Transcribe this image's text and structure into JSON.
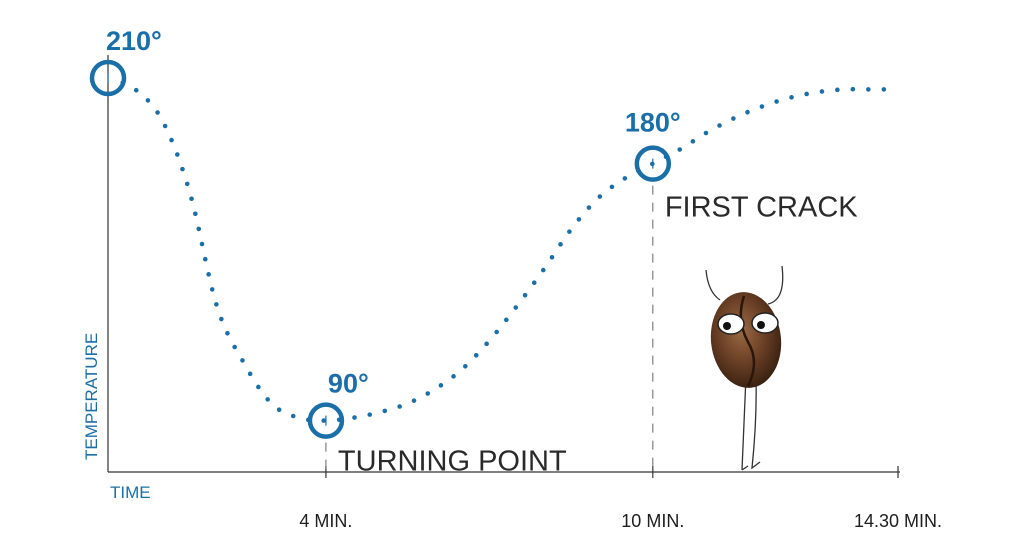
{
  "chart_data": {
    "type": "line",
    "title": "",
    "xlabel": "TIME",
    "ylabel": "TEMPERATURE",
    "x_unit": "min",
    "x_ticks": [
      {
        "value": 4,
        "label": "4 MIN."
      },
      {
        "value": 10,
        "label": "10 MIN."
      },
      {
        "value": 14.5,
        "label": "14.30 MIN."
      }
    ],
    "xlim": [
      0,
      14.5
    ],
    "ylim": [
      0,
      210
    ],
    "grid": false,
    "legend": "none",
    "series": [
      {
        "color": "#1a6fa8",
        "style": "dotted",
        "x": [
          0,
          0.5,
          1.0,
          1.5,
          2.0,
          2.5,
          3.0,
          3.5,
          4.0,
          4.5,
          5.0,
          5.5,
          6.0,
          6.5,
          7.0,
          7.5,
          8.0,
          8.5,
          9.0,
          9.5,
          10.0,
          10.5,
          11.0,
          11.5,
          12.0,
          12.5,
          13.0,
          13.5,
          14.0,
          14.5
        ],
        "y": [
          210,
          206,
          195,
          170,
          130,
          110,
          96,
          91,
          90,
          91,
          93,
          96,
          101,
          108,
          118,
          130,
          143,
          157,
          168,
          175,
          180,
          185,
          191,
          196,
          200,
          203,
          205,
          206,
          206,
          206
        ]
      }
    ],
    "highlights": [
      {
        "x": 0,
        "y": 210,
        "label": "210°",
        "annotation": ""
      },
      {
        "x": 4,
        "y": 90,
        "label": "90°",
        "annotation": "TURNING POINT"
      },
      {
        "x": 10,
        "y": 180,
        "label": "180°",
        "annotation": "FIRST CRACK"
      }
    ],
    "colors": {
      "accent": "#1a6fa8",
      "axis": "#333333",
      "text": "#2a2a2a"
    }
  },
  "decorations": {
    "illustration": "coffee-bean-mascot-icon"
  }
}
